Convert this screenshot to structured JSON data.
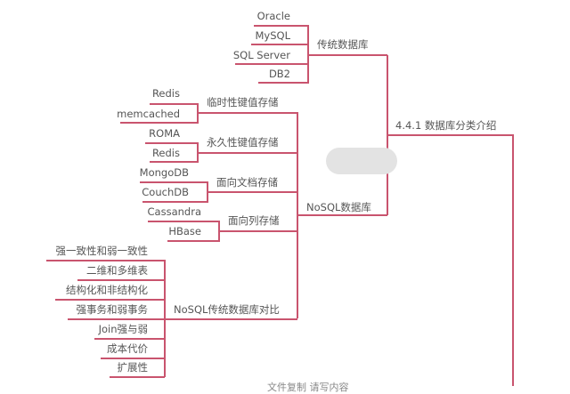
{
  "root": {
    "label": "4.4.1 数据库分类介绍"
  },
  "branches": [
    {
      "label": "传统数据库",
      "children": [
        "Oracle",
        "MySQL",
        "SQL Server",
        "DB2"
      ]
    },
    {
      "label": "NoSQL数据库",
      "children": [
        {
          "label": "临时性键值存储",
          "children": [
            "Redis",
            "memcached"
          ]
        },
        {
          "label": "永久性键值存储",
          "children": [
            "ROMA",
            "Redis"
          ]
        },
        {
          "label": "面向文档存储",
          "children": [
            "MongoDB",
            "CouchDB"
          ]
        },
        {
          "label": "面向列存储",
          "children": [
            "Cassandra",
            "HBase"
          ]
        }
      ]
    },
    {
      "label": "NoSQL传统数据库对比",
      "children": [
        "强一致性和弱一致性",
        "二维和多维表",
        "结构化和非结构化",
        "强事务和弱事务",
        "Join强与弱",
        "成本代价",
        "扩展性"
      ]
    }
  ],
  "caption": "文件复制 请写内容",
  "colors": {
    "line": "#c9546e",
    "text": "#555555",
    "blob": "#e3e3e3"
  }
}
